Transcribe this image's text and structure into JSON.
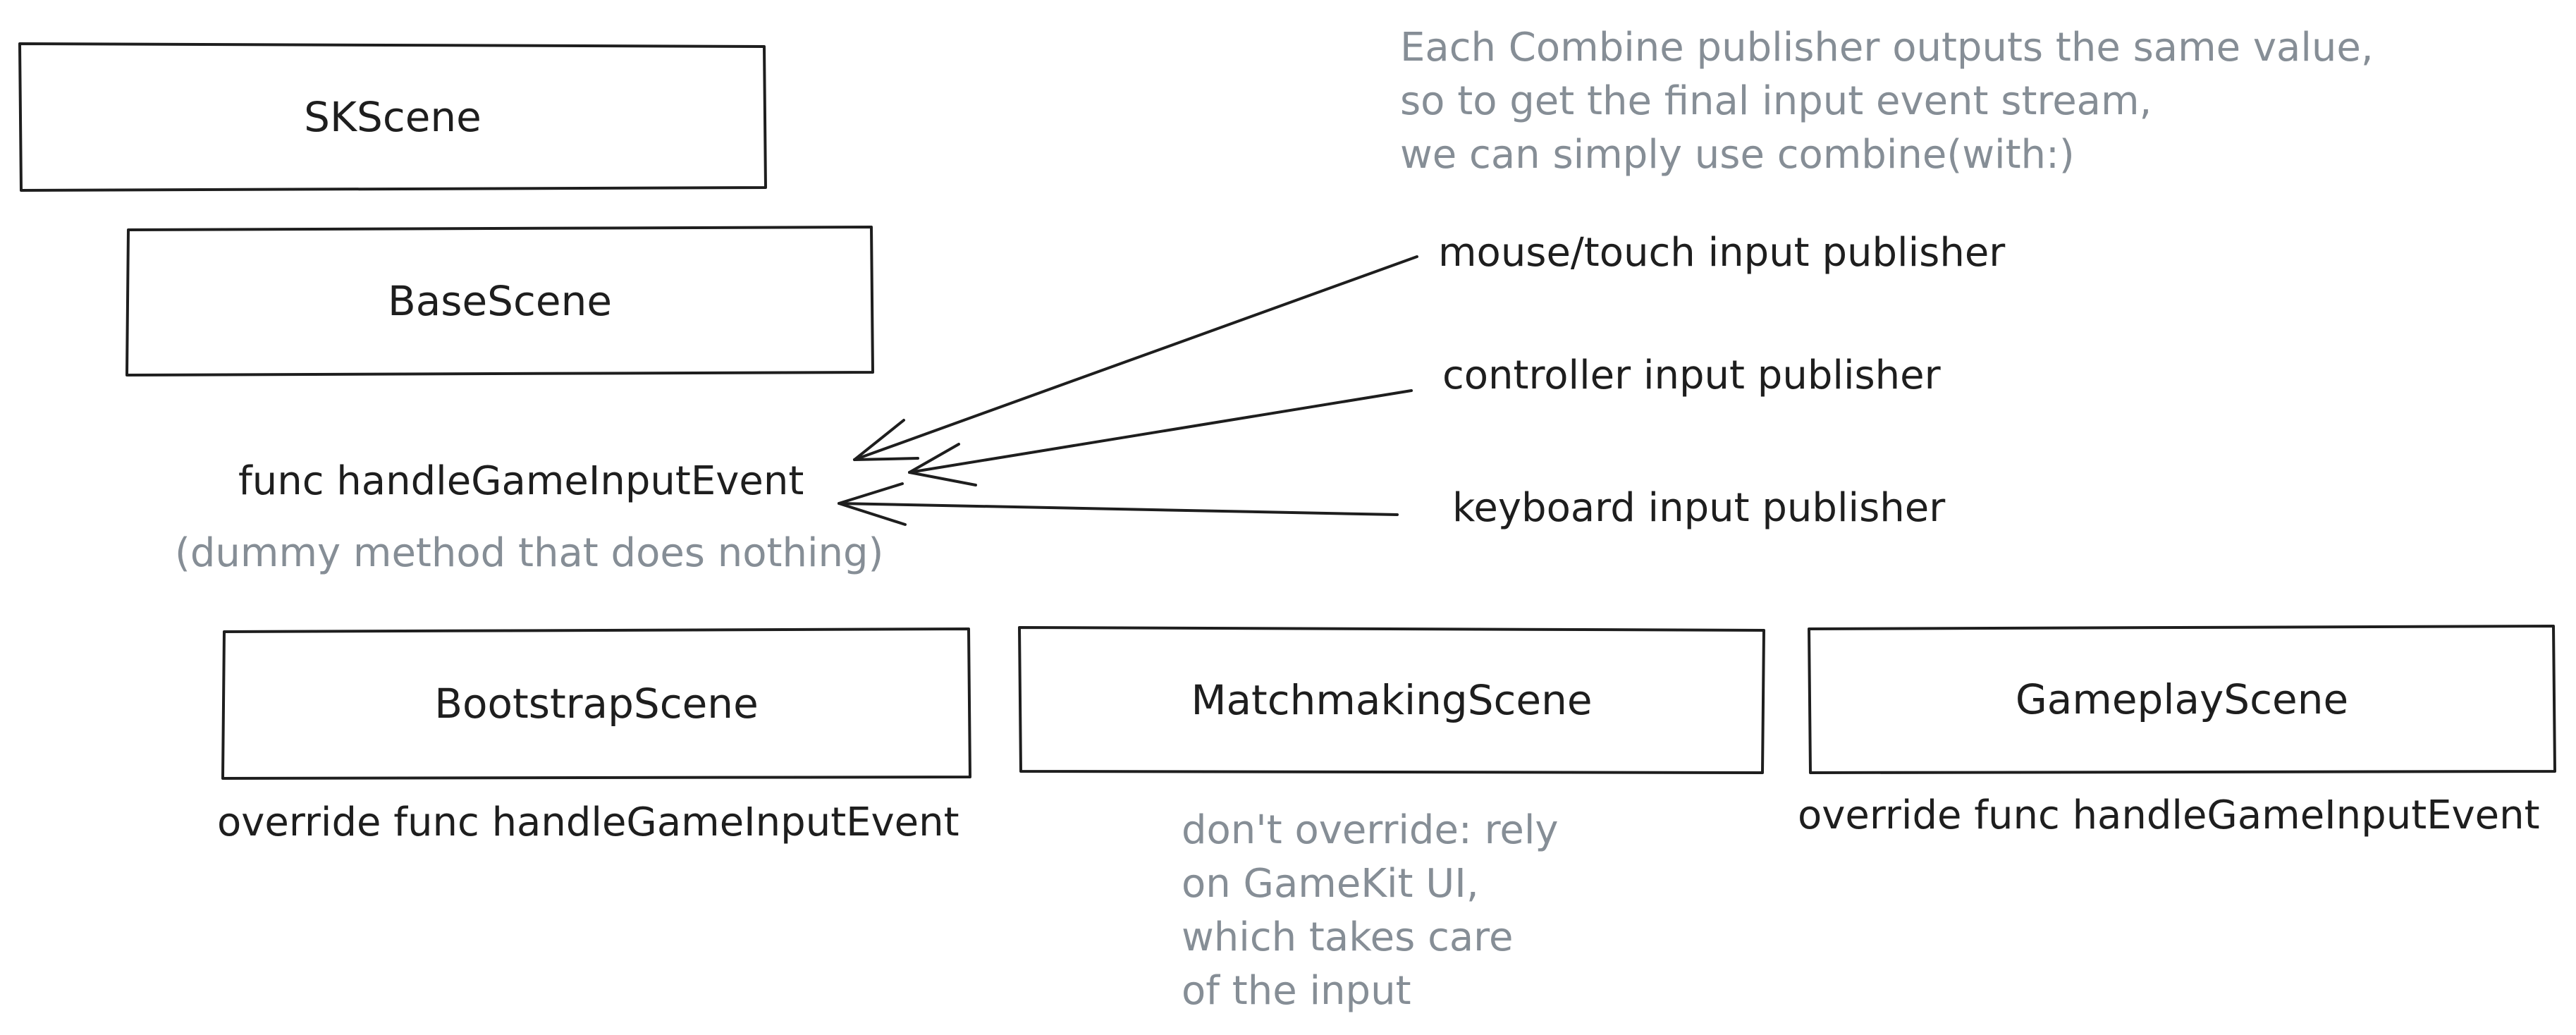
{
  "boxes": {
    "skscene": "SKScene",
    "basescene": "BaseScene",
    "bootstrap": "BootstrapScene",
    "matchmaking": "MatchmakingScene",
    "gameplay": "GameplayScene"
  },
  "method": {
    "name": "func handleGameInputEvent",
    "note": "(dummy method that does nothing)"
  },
  "publishers": {
    "mouse": "mouse/touch input publisher",
    "controller": "controller input publisher",
    "keyboard": "keyboard input publisher"
  },
  "top_note": [
    "Each Combine publisher outputs the same value,",
    "so to get the final input event stream,",
    "we can simply use combine(with:)"
  ],
  "overrides": {
    "bootstrap": "override func handleGameInputEvent",
    "gameplay": "override func handleGameInputEvent"
  },
  "matchmaking_note": [
    "don't override: rely",
    "on GameKit UI,",
    "which takes care",
    "of the input"
  ],
  "colors": {
    "stroke": "#1e1e1e",
    "note_text": "#868e96"
  }
}
